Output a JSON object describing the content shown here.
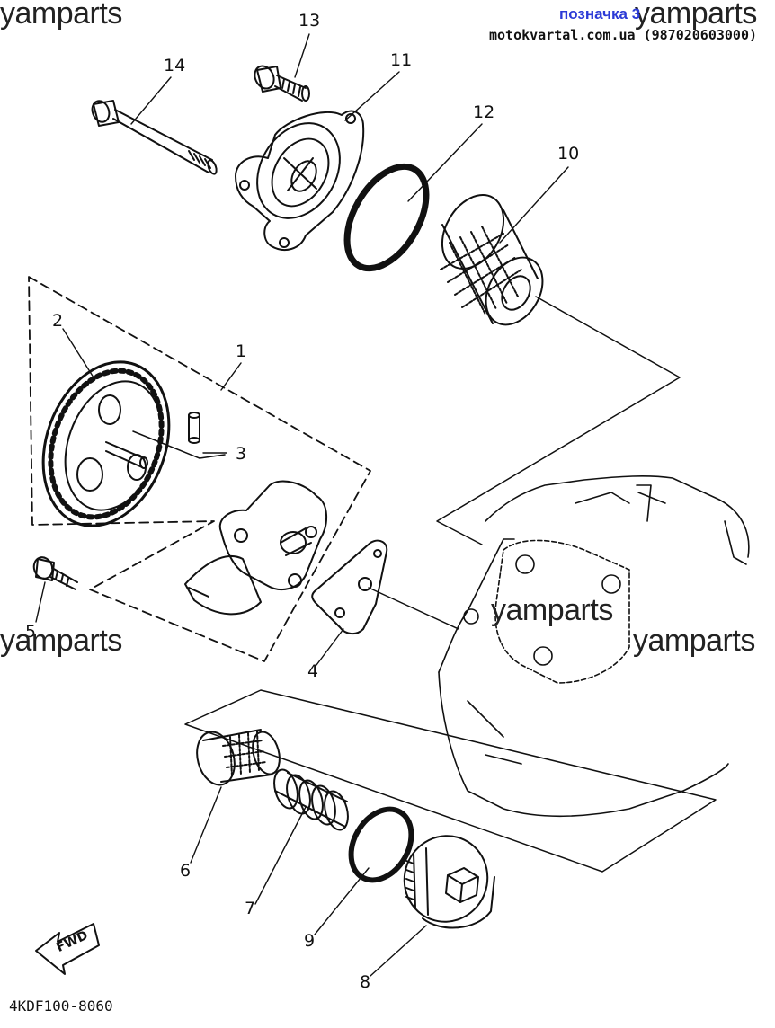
{
  "watermark": "yamparts",
  "header": {
    "link_text": "позначка 3",
    "site_info": "motokvartal.com.ua (987020603000)"
  },
  "diagram_code": "4KDF100-8060",
  "fwd_label": "FWD",
  "callouts": [
    "1",
    "2",
    "3",
    "4",
    "5",
    "6",
    "7",
    "8",
    "9",
    "10",
    "11",
    "12",
    "13",
    "14"
  ],
  "parts": [
    {
      "ref": "1",
      "icon": "oil-pump-assembly"
    },
    {
      "ref": "2",
      "icon": "pump-gear"
    },
    {
      "ref": "3",
      "icon": "dowel-pin"
    },
    {
      "ref": "4",
      "icon": "pump-gasket"
    },
    {
      "ref": "5",
      "icon": "screw"
    },
    {
      "ref": "6",
      "icon": "oil-strainer"
    },
    {
      "ref": "7",
      "icon": "compression-spring"
    },
    {
      "ref": "8",
      "icon": "drain-plug"
    },
    {
      "ref": "9",
      "icon": "o-ring"
    },
    {
      "ref": "10",
      "icon": "oil-filter-element"
    },
    {
      "ref": "11",
      "icon": "filter-cover"
    },
    {
      "ref": "12",
      "icon": "o-ring"
    },
    {
      "ref": "13",
      "icon": "bolt"
    },
    {
      "ref": "14",
      "icon": "long-bolt"
    }
  ]
}
